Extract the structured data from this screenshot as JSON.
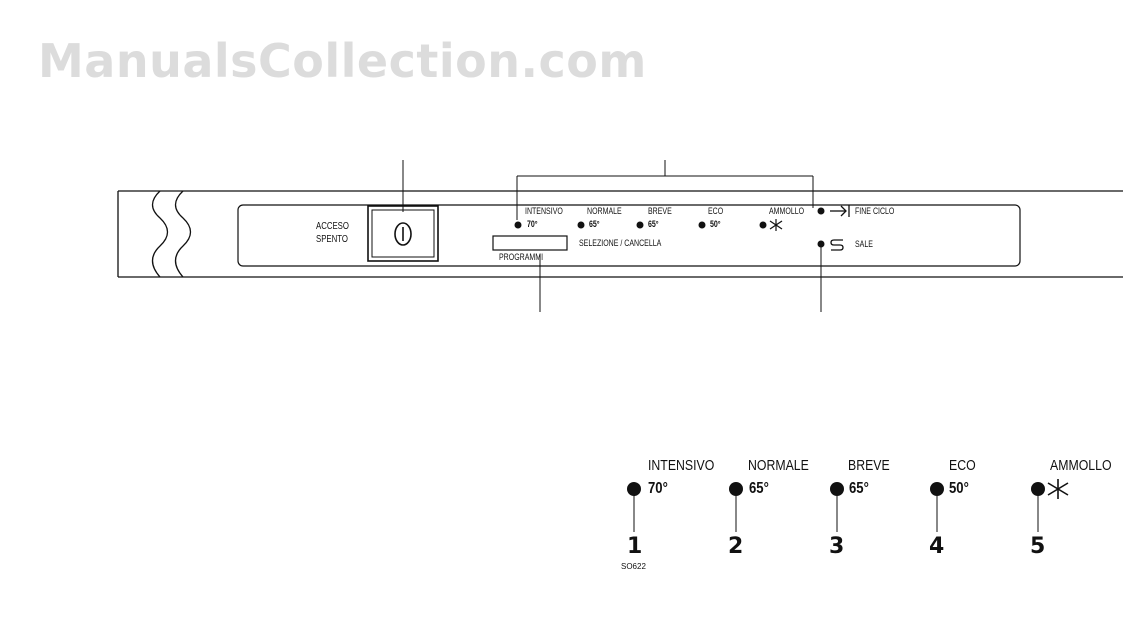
{
  "watermark": "ManualsCollection.com",
  "panel": {
    "power_label_1": "ACCESO",
    "power_label_2": "SPENTO",
    "programs": [
      {
        "name": "INTENSIVO",
        "temp": "70°"
      },
      {
        "name": "NORMALE",
        "temp": "65°"
      },
      {
        "name": "BREVE",
        "temp": "65°"
      },
      {
        "name": "ECO",
        "temp": "50°"
      },
      {
        "name": "AMMOLLO",
        "temp": ""
      }
    ],
    "program_button_label": "PROGRAMMI",
    "select_cancel_label": "SELEZIONE / CANCELLA",
    "end_cycle_label": "FINE CICLO",
    "salt_label": "SALE"
  },
  "detail": {
    "programs": [
      {
        "name": "INTENSIVO",
        "temp": "70°",
        "number": "1"
      },
      {
        "name": "NORMALE",
        "temp": "65°",
        "number": "2"
      },
      {
        "name": "BREVE",
        "temp": "65°",
        "number": "3"
      },
      {
        "name": "ECO",
        "temp": "50°",
        "number": "4"
      },
      {
        "name": "AMMOLLO",
        "temp": "",
        "number": "5"
      }
    ],
    "figure_code": "SO622"
  },
  "icons": {
    "power": "power-icon",
    "end_cycle": "arrow-to-bar-icon",
    "salt": "salt-s-icon",
    "soak": "asterisk-icon"
  }
}
